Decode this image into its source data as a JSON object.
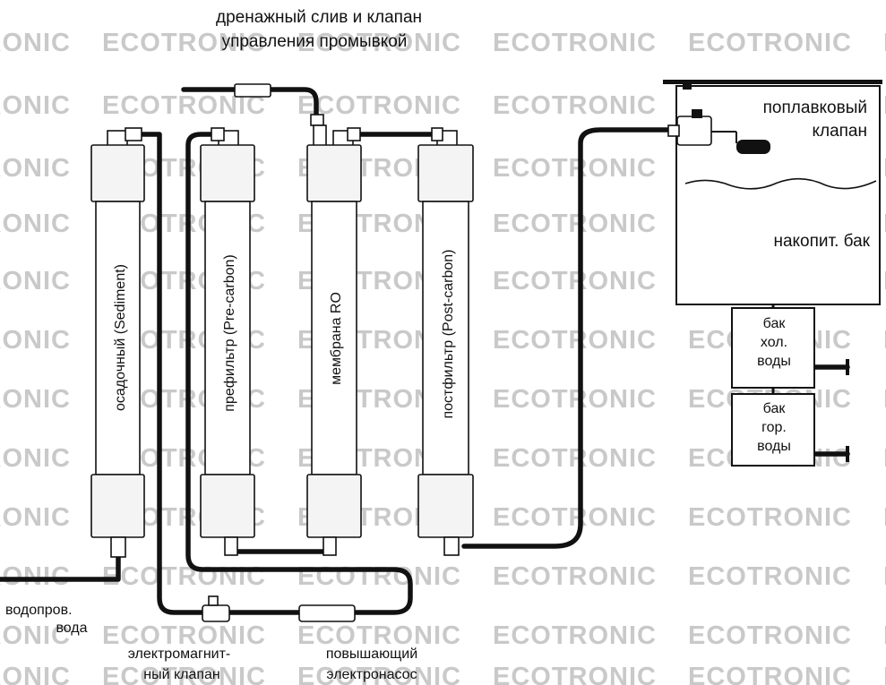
{
  "watermark": "ECOTRONIC",
  "top_label": {
    "line1": "дренажный слив и клапан",
    "line2": "управления промывкой"
  },
  "filters": [
    {
      "label": "осадочный (Sediment)"
    },
    {
      "label": "префильтр (Pre-carbon)"
    },
    {
      "label": "мембрана RO"
    },
    {
      "label": "постфильтр (Post-carbon)"
    }
  ],
  "float_valve": {
    "line1": "поплавковый",
    "line2": "клапан"
  },
  "storage_tank": {
    "label": "накопит. бак"
  },
  "cold_tank": {
    "line1": "бак",
    "line2": "хол.",
    "line3": "воды"
  },
  "hot_tank": {
    "line1": "бак",
    "line2": "гор.",
    "line3": "воды"
  },
  "inlet": {
    "line1": "водопров.",
    "line2": "вода"
  },
  "solenoid": {
    "line1": "электромагнит-",
    "line2": "ный клапан"
  },
  "pump": {
    "line1": "повышающий",
    "line2": "электронасос"
  }
}
